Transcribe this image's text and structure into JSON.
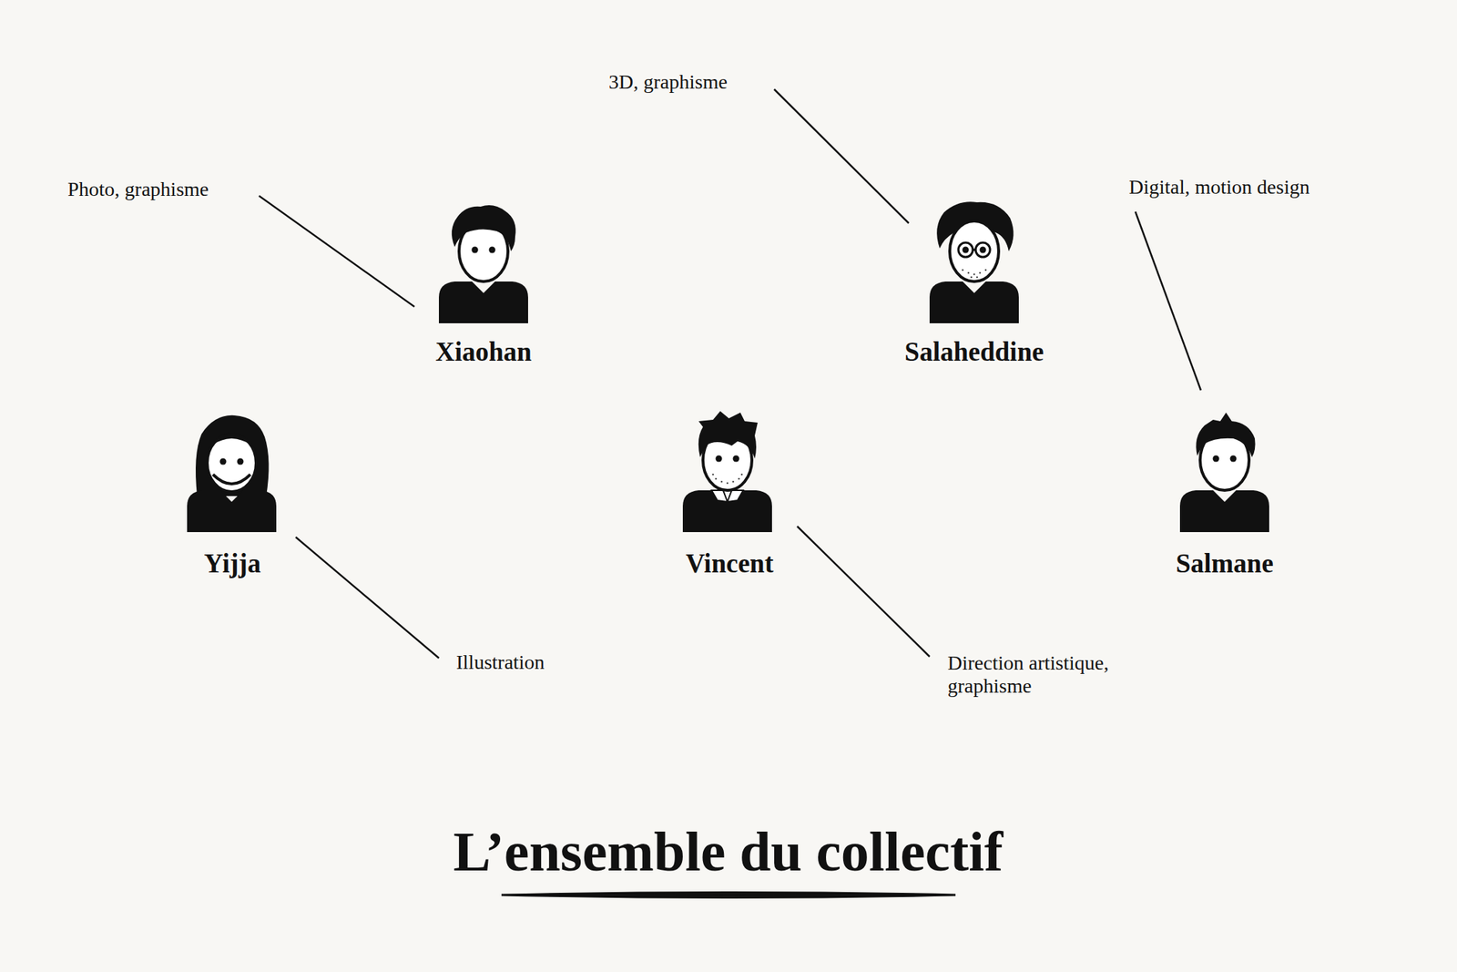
{
  "diagram": {
    "title": "L’ensemble du collectif",
    "labels": [
      "3D, graphisme",
      "Photo, graphisme",
      "Digital, motion design",
      "Xiaohan",
      "Salaheddine",
      "Yijja",
      "Vincent",
      "Salmane",
      "Illustration",
      "Direction artistique, graphisme"
    ]
  }
}
